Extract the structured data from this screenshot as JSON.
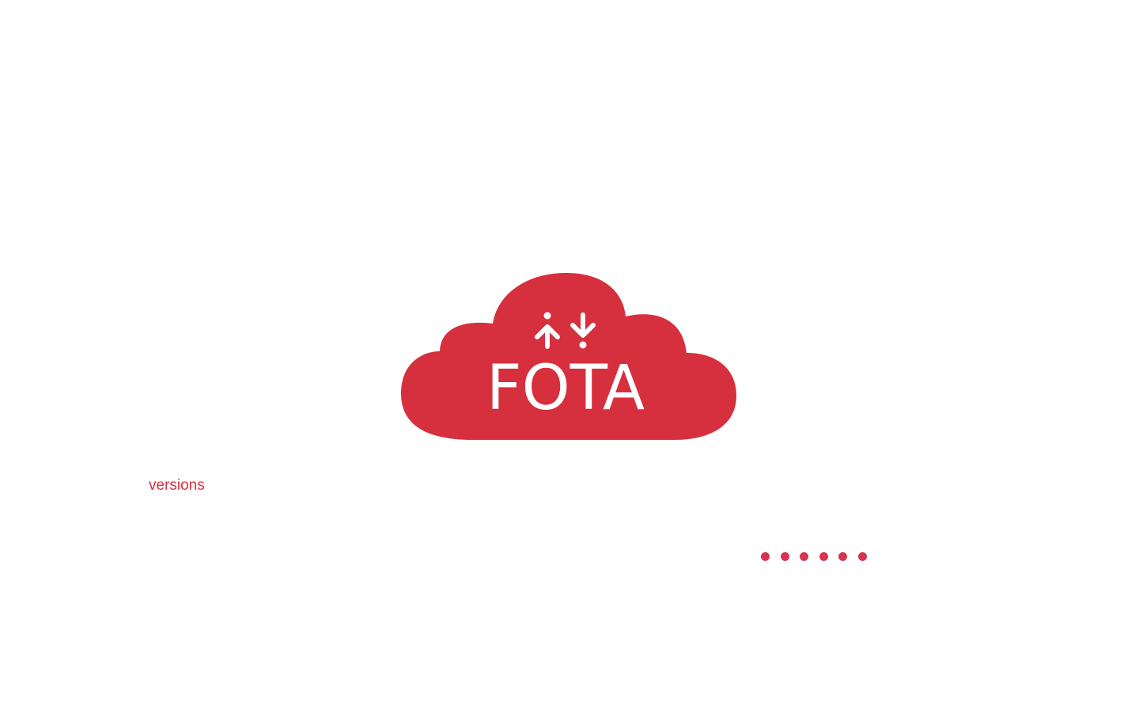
{
  "brand": {
    "wordmark": "FOTA",
    "cloud_color": "#D62F3D",
    "mark_color": "#FFFFFF",
    "icon": "upload-download-arrows-icon"
  },
  "versions_link": {
    "label": "versions",
    "color": "#D62F3D"
  },
  "loading_indicator": {
    "icon": "dots-loading-indicator",
    "dot_count": 6,
    "color": "#D9334F"
  }
}
